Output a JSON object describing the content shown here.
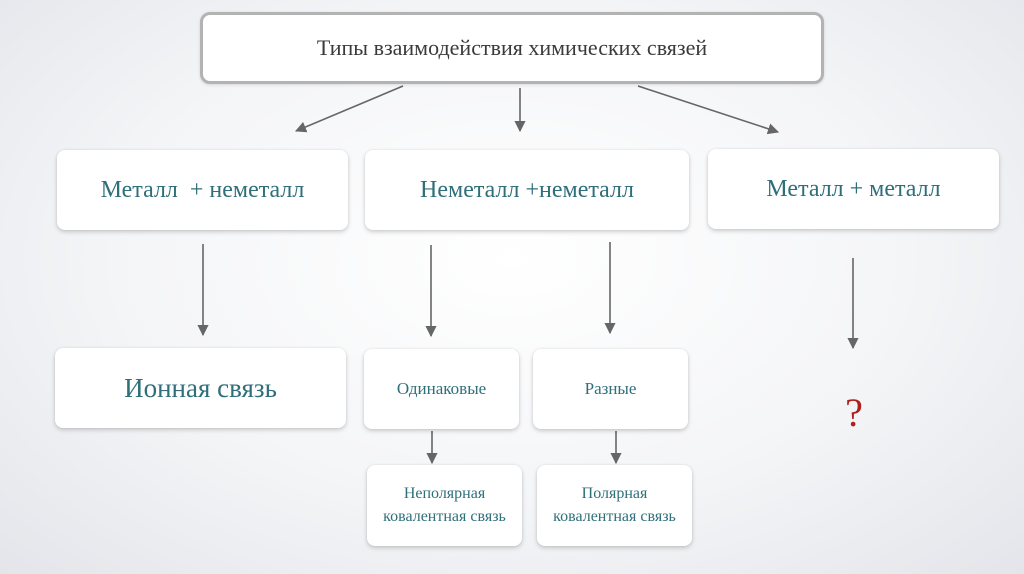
{
  "title": "Типы взаимодействия химических связей",
  "categories": {
    "metal_nonmetal": "Металл  + неметалл",
    "nonmetal_nonmetal": "Неметалл +неметалл",
    "metal_metal": "Металл + металл"
  },
  "results": {
    "ionic": "Ионная связь",
    "same": "Одинаковые",
    "different": "Разные",
    "nonpolar": "Неполярная ковалентная связь",
    "polar": "Полярная ковалентная связь",
    "unknown": "?"
  },
  "colors": {
    "text_teal": "#2f6f7a",
    "title_text": "#3a3a3a",
    "title_border": "#b3b3b3",
    "arrow": "#666666",
    "question": "#b01e1e"
  }
}
